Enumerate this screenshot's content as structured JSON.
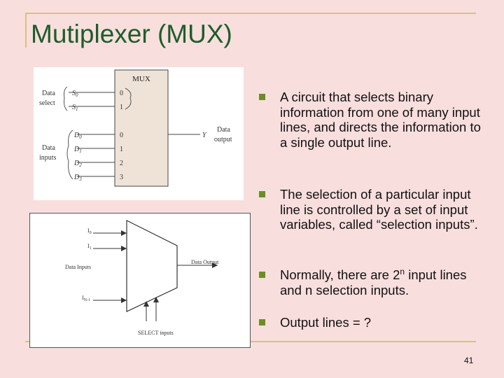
{
  "slide": {
    "title": "Mutiplexer (MUX)",
    "page_number": "41"
  },
  "figure_top": {
    "block_label": "MUX",
    "data_select_label": [
      "Data",
      "select"
    ],
    "data_inputs_label": [
      "Data",
      "inputs"
    ],
    "data_output_label": [
      "Data",
      "output"
    ],
    "select_signals": [
      "S",
      "S"
    ],
    "select_subscripts": [
      "0",
      "1"
    ],
    "select_pins": [
      "0",
      "1"
    ],
    "input_signals": [
      "D",
      "D",
      "D",
      "D"
    ],
    "input_subscripts": [
      "0",
      "1",
      "2",
      "3"
    ],
    "input_pins": [
      "0",
      "1",
      "2",
      "3"
    ],
    "output_signal": "Y"
  },
  "figure_bottom": {
    "input_labels": [
      "I",
      "I",
      "I"
    ],
    "input_subscripts": [
      "0",
      "1",
      "N-1"
    ],
    "data_inputs_label": "Data Inputs",
    "data_output_label": "Data Output",
    "select_label": "SELECT inputs"
  },
  "bullets": [
    {
      "text": "A circuit that selects binary information from one of many input lines, and directs the information to a single output line."
    },
    {
      "text": "The selection of a particular input line is controlled by a set of input variables, called “selection inputs”."
    },
    {
      "text_before": "Normally, there are 2",
      "superscript": "n",
      "text_after": " input lines and n selection inputs."
    },
    {
      "text": "Output lines = ?"
    }
  ],
  "colors": {
    "background": "#f9dede",
    "title": "#1c5e2a",
    "frame": "#d6c37a",
    "bullet": "#6b8e23",
    "mux_block": "#efe3d8"
  }
}
